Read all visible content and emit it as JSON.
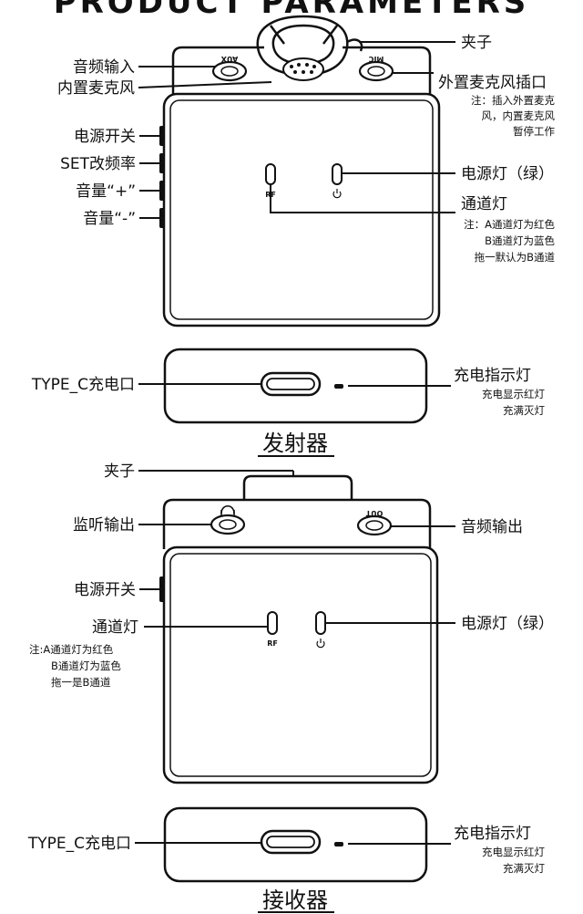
{
  "header": {
    "title": "PRODUCT PARAMETERS"
  },
  "transmitter": {
    "title": "发射器",
    "clip": "夹子",
    "audio_in": "音频输入",
    "built_in_mic": "内置麦克风",
    "ext_mic_port": "外置麦克风插口",
    "ext_mic_note": [
      "注：插入外置麦克",
      "风，内置麦克风",
      "暂停工作"
    ],
    "power_switch": "电源开关",
    "set_freq": "SET改频率",
    "vol_plus": "音量“+”",
    "vol_minus": "音量“-”",
    "power_led": "电源灯（绿）",
    "channel_led": "通道灯",
    "channel_note": [
      "注：A通道灯为红色",
      "B通道灯为蓝色",
      "拖一默认为B通道"
    ],
    "port_aux": "AUX",
    "port_mic": "MIC",
    "rf": "RF",
    "usb_port": "TYPE_C充电口",
    "charge_led": "充电指示灯",
    "charge_note": [
      "充电显示红灯",
      "充满灭灯"
    ]
  },
  "receiver": {
    "title": "接收器",
    "clip": "夹子",
    "monitor_out": "监听输出",
    "audio_out": "音频输出",
    "port_out": "OUT",
    "power_switch": "电源开关",
    "channel_led": "通道灯",
    "channel_note": [
      "注:A通道灯为红色",
      "B通道灯为蓝色",
      "拖一是B通道"
    ],
    "power_led": "电源灯（绿）",
    "rf": "RF",
    "usb_port": "TYPE_C充电口",
    "charge_led": "充电指示灯",
    "charge_note": [
      "充电显示红灯",
      "充满灭灯"
    ]
  }
}
